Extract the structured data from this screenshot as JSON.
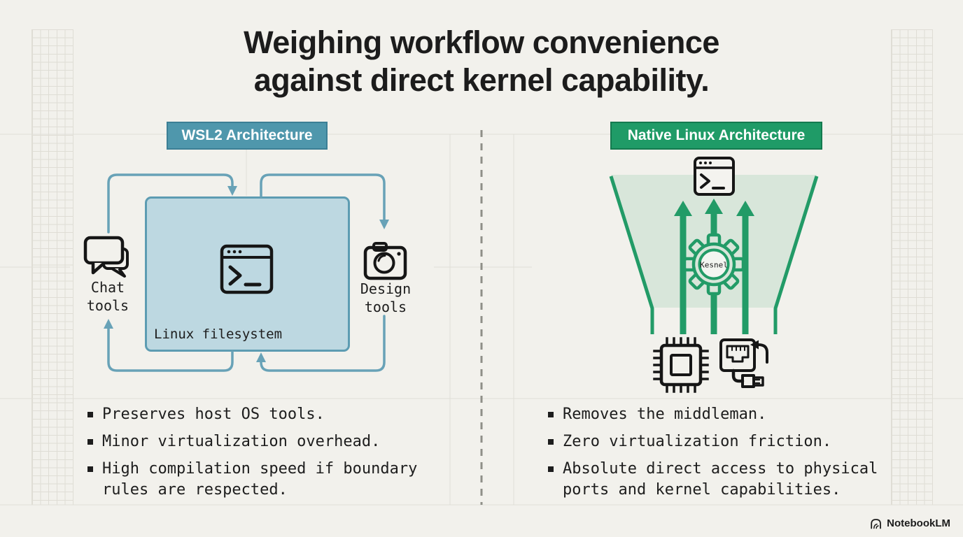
{
  "title": {
    "line1": "Weighing workflow convenience",
    "line2": "against direct kernel capability."
  },
  "left_panel": {
    "header": "WSL2 Architecture",
    "chat_label": "Chat tools",
    "box_label": "Linux filesystem",
    "design_label": "Design tools",
    "bullets": [
      "Preserves host OS tools.",
      "Minor virtualization overhead.",
      "High compilation speed if boundary rules are respected."
    ]
  },
  "right_panel": {
    "header": "Native Linux Architecture",
    "gear_label": "Kesnel",
    "bullets": [
      "Removes the middleman.",
      "Zero virtualization friction.",
      "Absolute direct access to physical ports and kernel capabilities."
    ]
  },
  "footer": {
    "brand": "NotebookLM"
  },
  "icons": [
    "chat-bubbles-icon",
    "terminal-window-icon",
    "camera-icon",
    "terminal-window-icon",
    "kernel-gear-icon",
    "cpu-chip-icon",
    "ethernet-plug-icon",
    "notebooklm-logo"
  ],
  "colors": {
    "background": "#f2f1ec",
    "wsl_header": "#4f97ac",
    "wsl_box_fill": "#bdd8e1",
    "wsl_box_border": "#5d9cb2",
    "wsl_arrow": "#68a2b7",
    "native_header": "#1f9b67",
    "native_accent": "#229b67",
    "funnel_fill": "#d8e6da",
    "icon_black": "#161616",
    "text": "#1d1d1d"
  }
}
